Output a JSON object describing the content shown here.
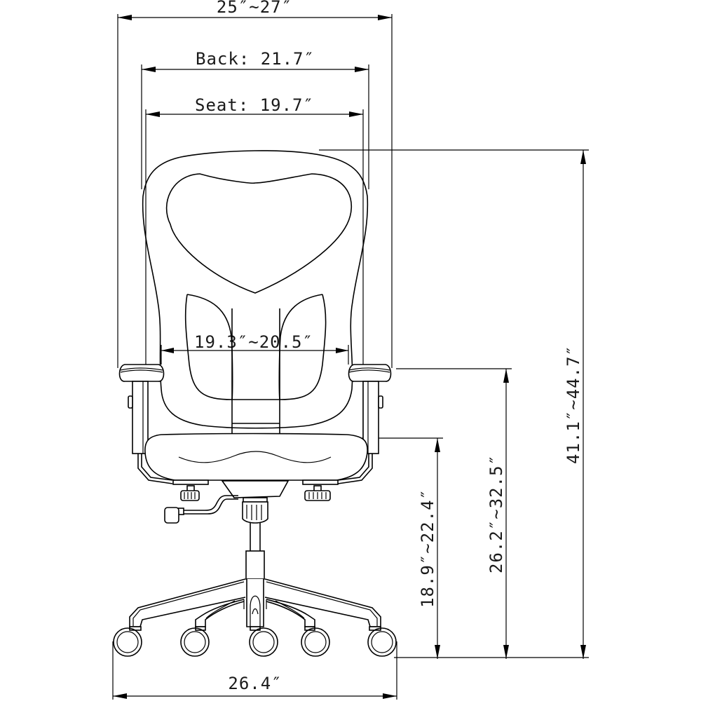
{
  "diagram": {
    "subject": "Office chair front view technical drawing",
    "line_color": "#000000",
    "background": "#ffffff",
    "dimensions": {
      "overall_width": {
        "label": "25″~27″",
        "orientation": "horizontal"
      },
      "back_width": {
        "label": "Back: 21.7″",
        "orientation": "horizontal"
      },
      "seat_width": {
        "label": "Seat: 19.7″",
        "orientation": "horizontal"
      },
      "arm_inner_width": {
        "label": "19.3″~20.5″",
        "orientation": "horizontal"
      },
      "base_width": {
        "label": "26.4″",
        "orientation": "horizontal"
      },
      "seat_height": {
        "label": "18.9″~22.4″",
        "orientation": "vertical"
      },
      "arm_height": {
        "label": "26.2″~32.5″",
        "orientation": "vertical"
      },
      "overall_height": {
        "label": "41.1″~44.7″",
        "orientation": "vertical"
      }
    },
    "components": [
      "backrest",
      "lumbar-support",
      "armrest-left",
      "armrest-right",
      "seat-cushion",
      "seat-mechanism",
      "tension-knob-left",
      "tension-knob-right",
      "height-lever",
      "gas-cylinder",
      "five-star-base",
      "casters"
    ],
    "caster_count": 5
  }
}
